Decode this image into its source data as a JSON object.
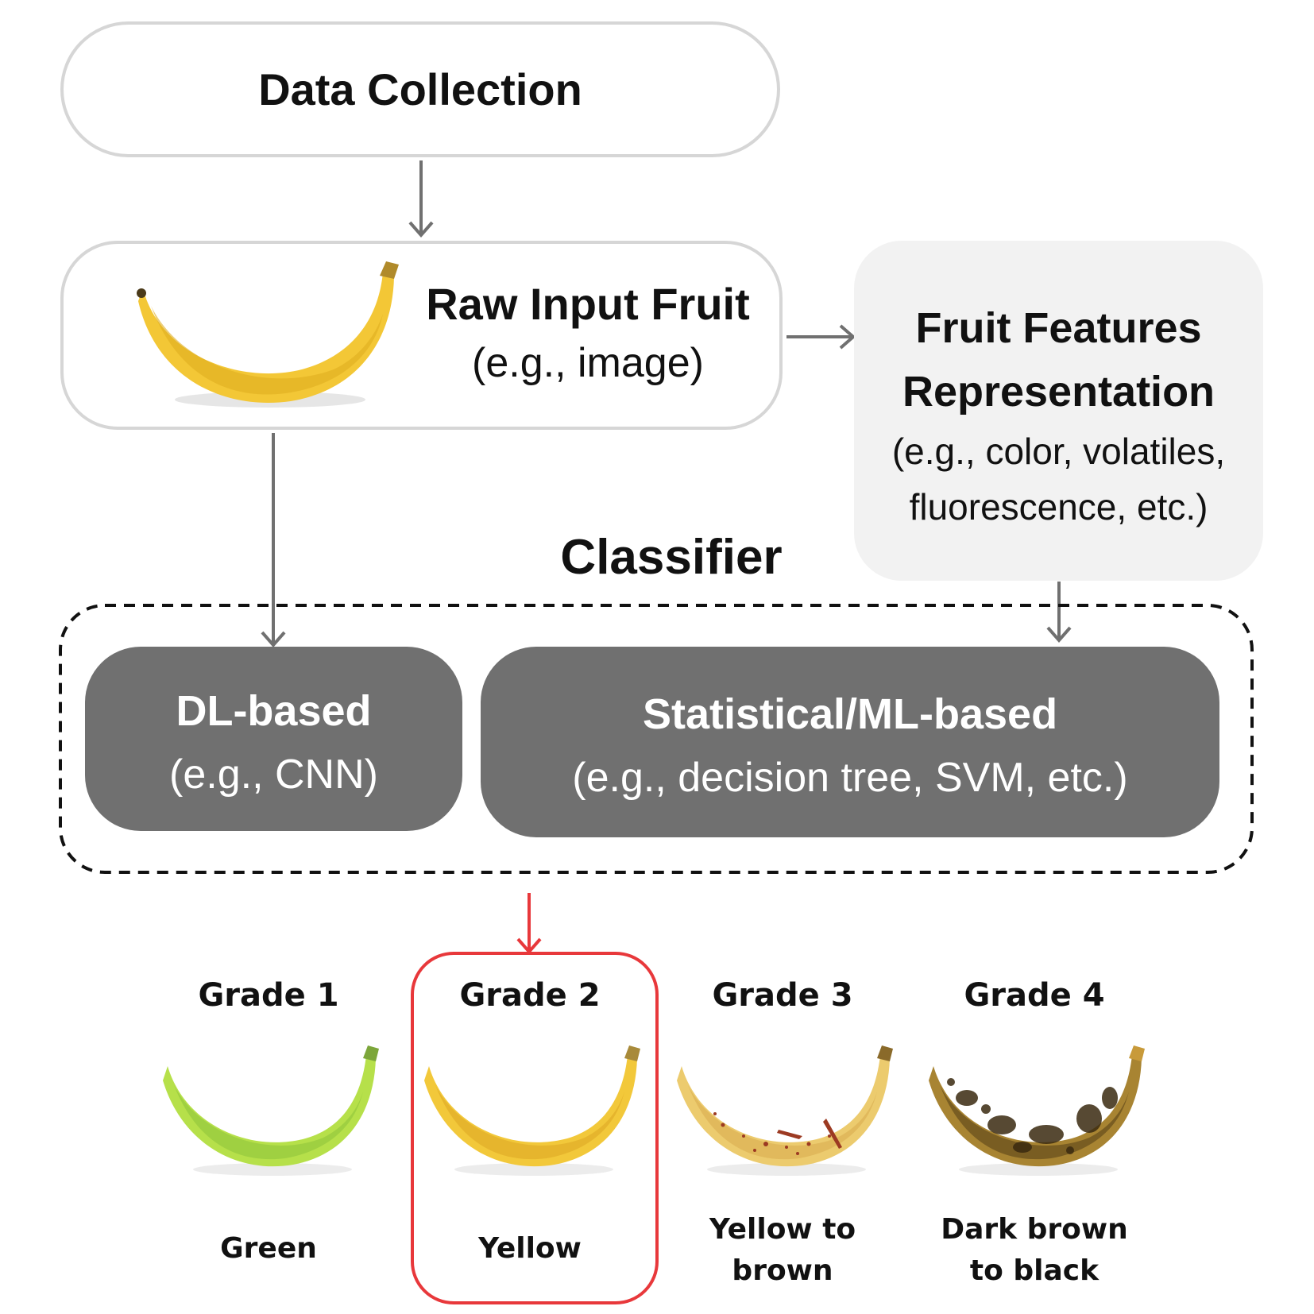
{
  "data_collection": {
    "title": "Data Collection"
  },
  "raw_input": {
    "title": "Raw Input Fruit",
    "subtitle": "(e.g., image)"
  },
  "features": {
    "title_line1": "Fruit Features",
    "title_line2": "Representation",
    "subtitle_line1": "(e.g., color, volatiles,",
    "subtitle_line2": "fluorescence, etc.)"
  },
  "classifier": {
    "title": "Classifier",
    "dl": {
      "title": "DL-based",
      "subtitle": "(e.g., CNN)"
    },
    "ml": {
      "title": "Statistical/ML-based",
      "subtitle": "(e.g., decision tree, SVM, etc.)"
    }
  },
  "grades": [
    {
      "label": "Grade 1",
      "desc_line1": "Green",
      "desc_line2": "",
      "icon": "green-banana-icon",
      "color": "#b6e04a"
    },
    {
      "label": "Grade 2",
      "desc_line1": "Yellow",
      "desc_line2": "",
      "icon": "yellow-banana-icon",
      "color": "#f2c83a"
    },
    {
      "label": "Grade 3",
      "desc_line1": "Yellow to",
      "desc_line2": "brown",
      "icon": "spotted-banana-icon",
      "color": "#eccb6e"
    },
    {
      "label": "Grade 4",
      "desc_line1": "Dark brown",
      "desc_line2": "to black",
      "icon": "dark-banana-icon",
      "color": "#8a6a2a"
    }
  ],
  "selected_grade": "Grade 2",
  "colors": {
    "arrow": "#707070",
    "highlight": "#e8383b",
    "dark_box": "#707070",
    "light_box": "#f2f2f2"
  }
}
